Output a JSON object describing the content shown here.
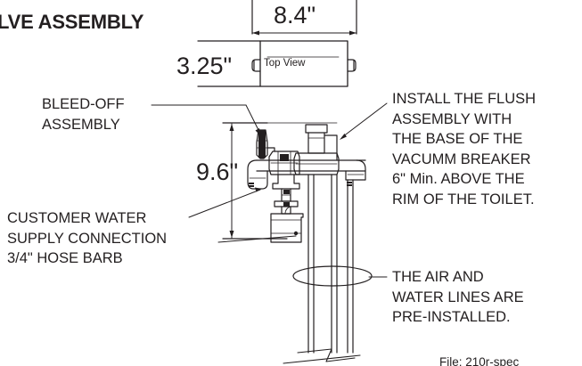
{
  "title": "LVE ASSEMBLY",
  "dimensions": {
    "width": "8.4\"",
    "depth": "3.25\"",
    "height": "9.6\""
  },
  "top_view_label": "Top View",
  "callouts": {
    "bleed_off": "BLEED-OFF\nASSEMBLY",
    "install_note": "INSTALL THE FLUSH\nASSEMBLY WITH\nTHE BASE OF THE\nVACUMM BREAKER\n6\" Min. ABOVE THE\nRIM OF THE TOILET.",
    "water_supply": "CUSTOMER WATER\nSUPPLY CONNECTION\n3/4\" HOSE BARB",
    "air_water_lines": "THE AIR AND\nWATER LINES ARE\nPRE-INSTALLED."
  },
  "file_label": "File: 210r-spec",
  "colors": {
    "ink": "#231f20",
    "paper": "#ffffff"
  }
}
